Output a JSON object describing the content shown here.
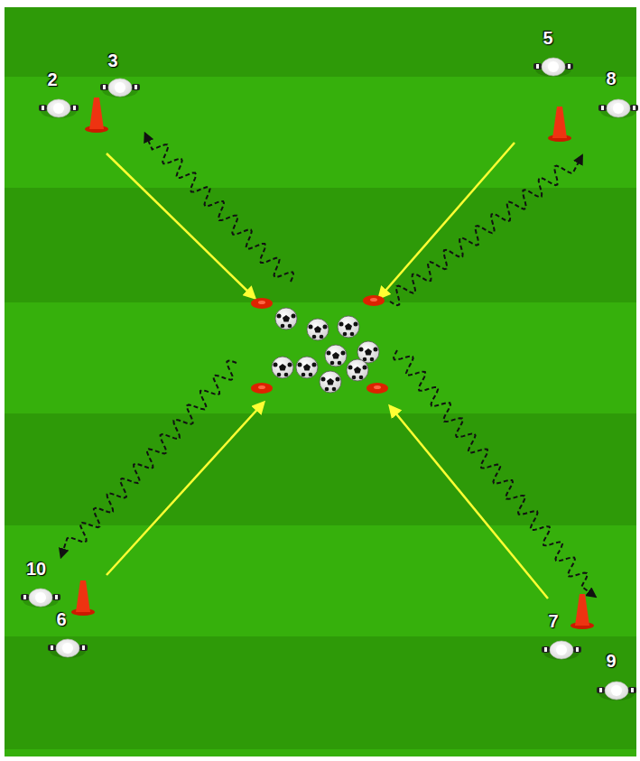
{
  "diagram": {
    "labels": [
      "2",
      "3",
      "5",
      "8",
      "10",
      "6",
      "7",
      "9"
    ]
  }
}
